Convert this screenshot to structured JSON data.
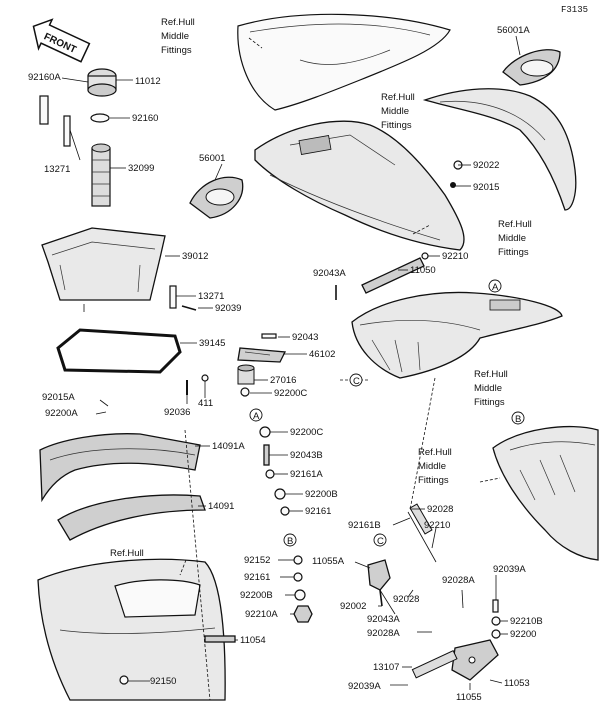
{
  "figure_code": "F3135",
  "front_label": "FRONT",
  "hull_notes": {
    "top_center": "Ref.Hull\nMiddle\nFittings",
    "upper_right": "Ref.Hull\nMiddle\nFittings",
    "right_middle": "Ref.Hull\nMiddle\nFittings",
    "center_right": "Ref.Hull\nMiddle\nFittings",
    "lower_right": "Ref.Hull\nMiddle\nFittings",
    "bottom_left": "Ref.Hull"
  },
  "callouts": [
    "A",
    "A",
    "B",
    "B",
    "C",
    "C"
  ],
  "part_labels": {
    "p92160A": "92160A",
    "p11012": "11012",
    "p92160": "92160",
    "p13271_top": "13271",
    "p32099": "32099",
    "p39012": "39012",
    "p13271_mid": "13271",
    "p92039": "92039",
    "p39145": "39145",
    "p56001": "56001",
    "p56001A": "56001A",
    "p92022": "92022",
    "p92015": "92015",
    "p92210_top": "92210",
    "p11050": "11050",
    "p92043A_top": "92043A",
    "p92043": "92043",
    "p46102": "46102",
    "p27016": "27016",
    "p92200C_a": "92200C",
    "p92036": "92036",
    "p411": "411",
    "p92015A": "92015A",
    "p92200A": "92200A",
    "p14091A": "14091A",
    "p92200C_b": "92200C",
    "p92043B": "92043B",
    "p92161A": "92161A",
    "p92200B_a": "92200B",
    "p92161_a": "92161",
    "p14091": "14091",
    "p92152": "92152",
    "p92161_b": "92161",
    "p92200B_b": "92200B",
    "p92210A": "92210A",
    "p11054": "11054",
    "p92150": "92150",
    "p92028_a": "92028",
    "p92161B": "92161B",
    "p92210_mid": "92210",
    "p11055A": "11055A",
    "p92002": "92002",
    "p92043A_bot": "92043A",
    "p92028_b": "92028",
    "p92028A_a": "92028A",
    "p92028A_b": "92028A",
    "p92039A_a": "92039A",
    "p92210B": "92210B",
    "p92200": "92200",
    "p13107": "13107",
    "p92039A_b": "92039A",
    "p11055": "11055",
    "p11053": "11053"
  }
}
